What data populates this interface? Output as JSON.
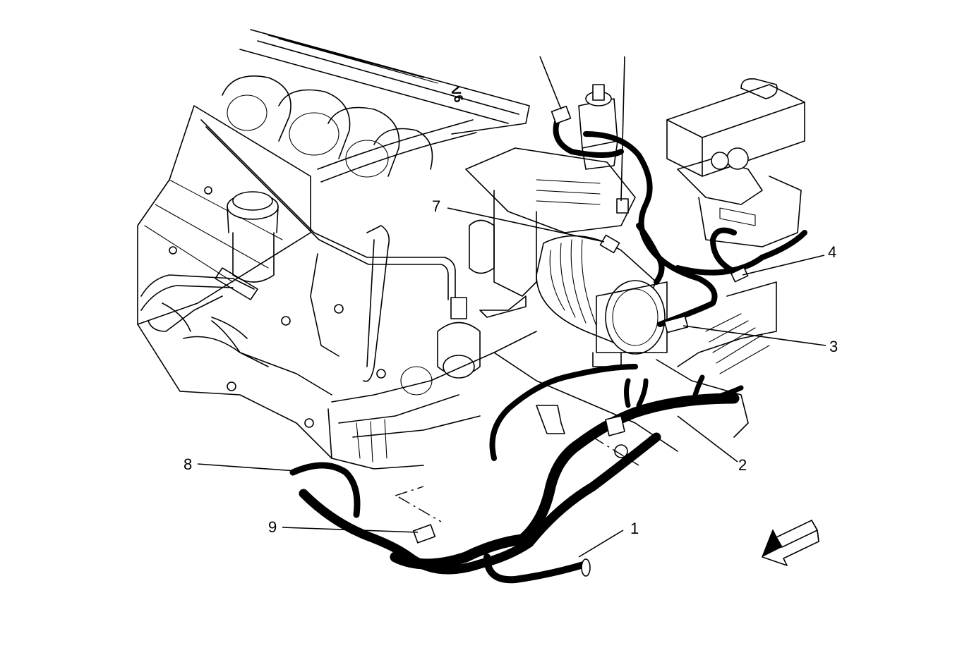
{
  "callouts": [
    {
      "id": "1",
      "label": "1"
    },
    {
      "id": "2",
      "label": "2"
    },
    {
      "id": "3",
      "label": "3"
    },
    {
      "id": "4",
      "label": "4"
    },
    {
      "id": "7",
      "label": "7"
    },
    {
      "id": "8",
      "label": "8"
    },
    {
      "id": "9",
      "label": "9"
    }
  ],
  "engine_cover_mark": "V6",
  "icons": {
    "direction_arrow": "front-direction-arrow-icon"
  }
}
